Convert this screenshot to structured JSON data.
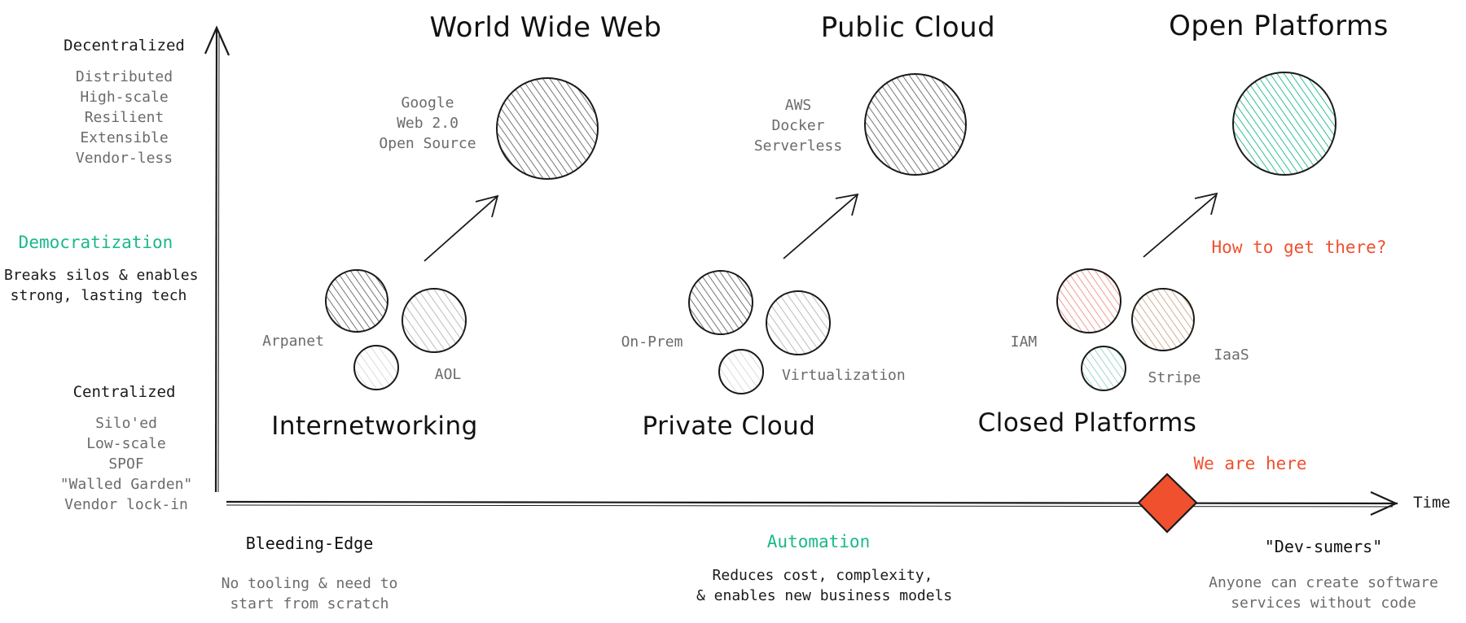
{
  "colors": {
    "ink": "#1a1a1a",
    "gray_fill": "#9a9a9a",
    "green": "#19b98a",
    "red_orange": "#f0502e",
    "pink": "#f08a80",
    "tan": "#c9a27d",
    "teal_light": "#8ecfc6"
  },
  "y_axis": {
    "top": {
      "heading": "Decentralized",
      "traits": [
        "Distributed",
        "High-scale",
        "Resilient",
        "Extensible",
        "Vendor-less"
      ]
    },
    "middle": {
      "heading": "Democratization",
      "lines": [
        "Breaks silos & enables",
        "strong, lasting tech"
      ]
    },
    "bottom": {
      "heading": "Centralized",
      "traits": [
        "Silo'ed",
        "Low-scale",
        "SPOF",
        "\"Walled Garden\"",
        "Vendor lock-in"
      ]
    }
  },
  "x_axis": {
    "label": "Time",
    "left": {
      "heading": "Bleeding-Edge",
      "lines": [
        "No tooling & need to",
        "start from scratch"
      ]
    },
    "center": {
      "heading": "Automation",
      "lines": [
        "Reduces cost, complexity,",
        "& enables new business models"
      ]
    },
    "right": {
      "heading": "\"Dev-sumers\"",
      "lines": [
        "Anyone can create software",
        "services without code"
      ]
    }
  },
  "eras": [
    {
      "before": "Internetworking",
      "after": "World Wide Web",
      "after_items": [
        "Google",
        "Web 2.0",
        "Open Source"
      ],
      "before_items": [
        "Arpanet",
        "AOL"
      ]
    },
    {
      "before": "Private Cloud",
      "after": "Public Cloud",
      "after_items": [
        "AWS",
        "Docker",
        "Serverless"
      ],
      "before_items": [
        "On-Prem",
        "Virtualization"
      ]
    },
    {
      "before": "Closed Platforms",
      "after": "Open Platforms",
      "after_items": [],
      "before_items": [
        "IAM",
        "IaaS",
        "Stripe"
      ]
    }
  ],
  "annotations": {
    "question": "How to get there?",
    "marker": "We are here"
  }
}
